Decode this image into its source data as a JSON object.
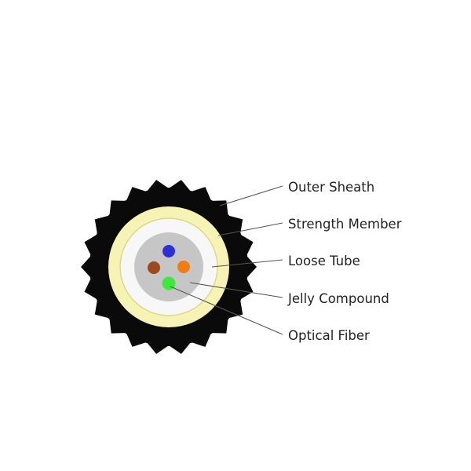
{
  "labels": {
    "outer_sheath": "Outer Sheath",
    "strength_member": "Strength Member",
    "loose_tube": "Loose Tube",
    "jelly_compound": "Jelly Compound",
    "optical_fiber": "Optical Fiber"
  },
  "colors": {
    "background": "#ffffff",
    "outer_sheath": "#0a0a0a",
    "strength_member": "#f6f3b5",
    "loose_tube_ring": "#f7f7f7",
    "jelly_compound": "#c6c6c6",
    "fiber_blue": "#2f2fd6",
    "fiber_brown": "#9a4a1c",
    "fiber_orange": "#f07d12",
    "fiber_green": "#3fe83f"
  },
  "fiber_colors": [
    "fiber_blue",
    "fiber_brown",
    "fiber_orange",
    "fiber_green"
  ]
}
